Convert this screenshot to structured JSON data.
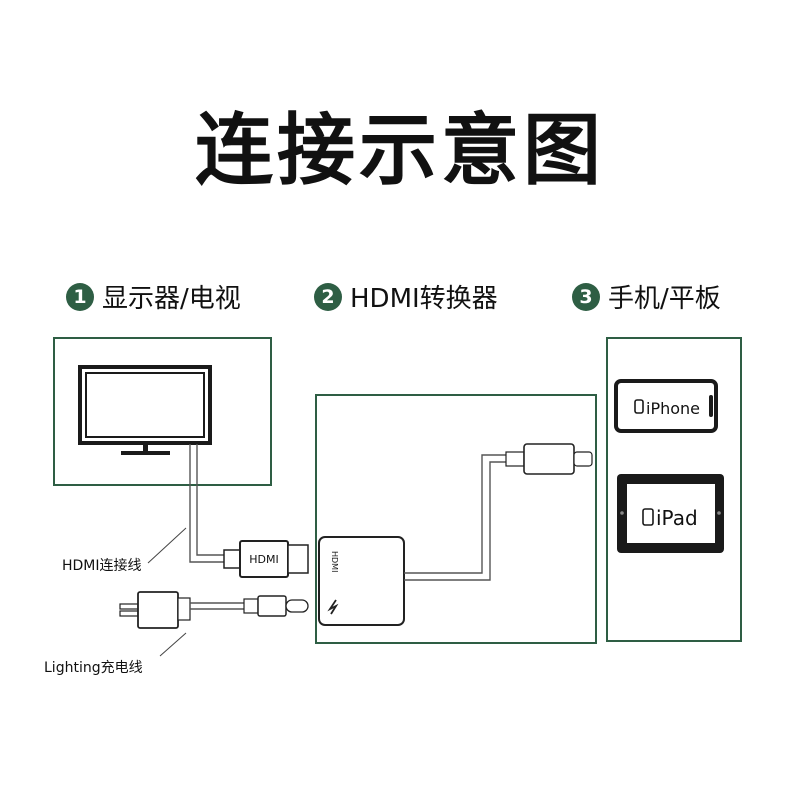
{
  "title": "连接示意图",
  "steps": [
    {
      "num": "1",
      "label": "显示器/电视"
    },
    {
      "num": "2",
      "label": "HDMI转换器"
    },
    {
      "num": "3",
      "label": "手机/平板"
    }
  ],
  "labels": {
    "hdmi_plug": "HDMI",
    "adapter_port": "HDMI",
    "iphone": "iPhone",
    "ipad": "iPad"
  },
  "callouts": {
    "hdmi_cable": "HDMI连接线",
    "lightning_cable": "Lighting充电线"
  },
  "colors": {
    "accent": "#2e5e44"
  }
}
